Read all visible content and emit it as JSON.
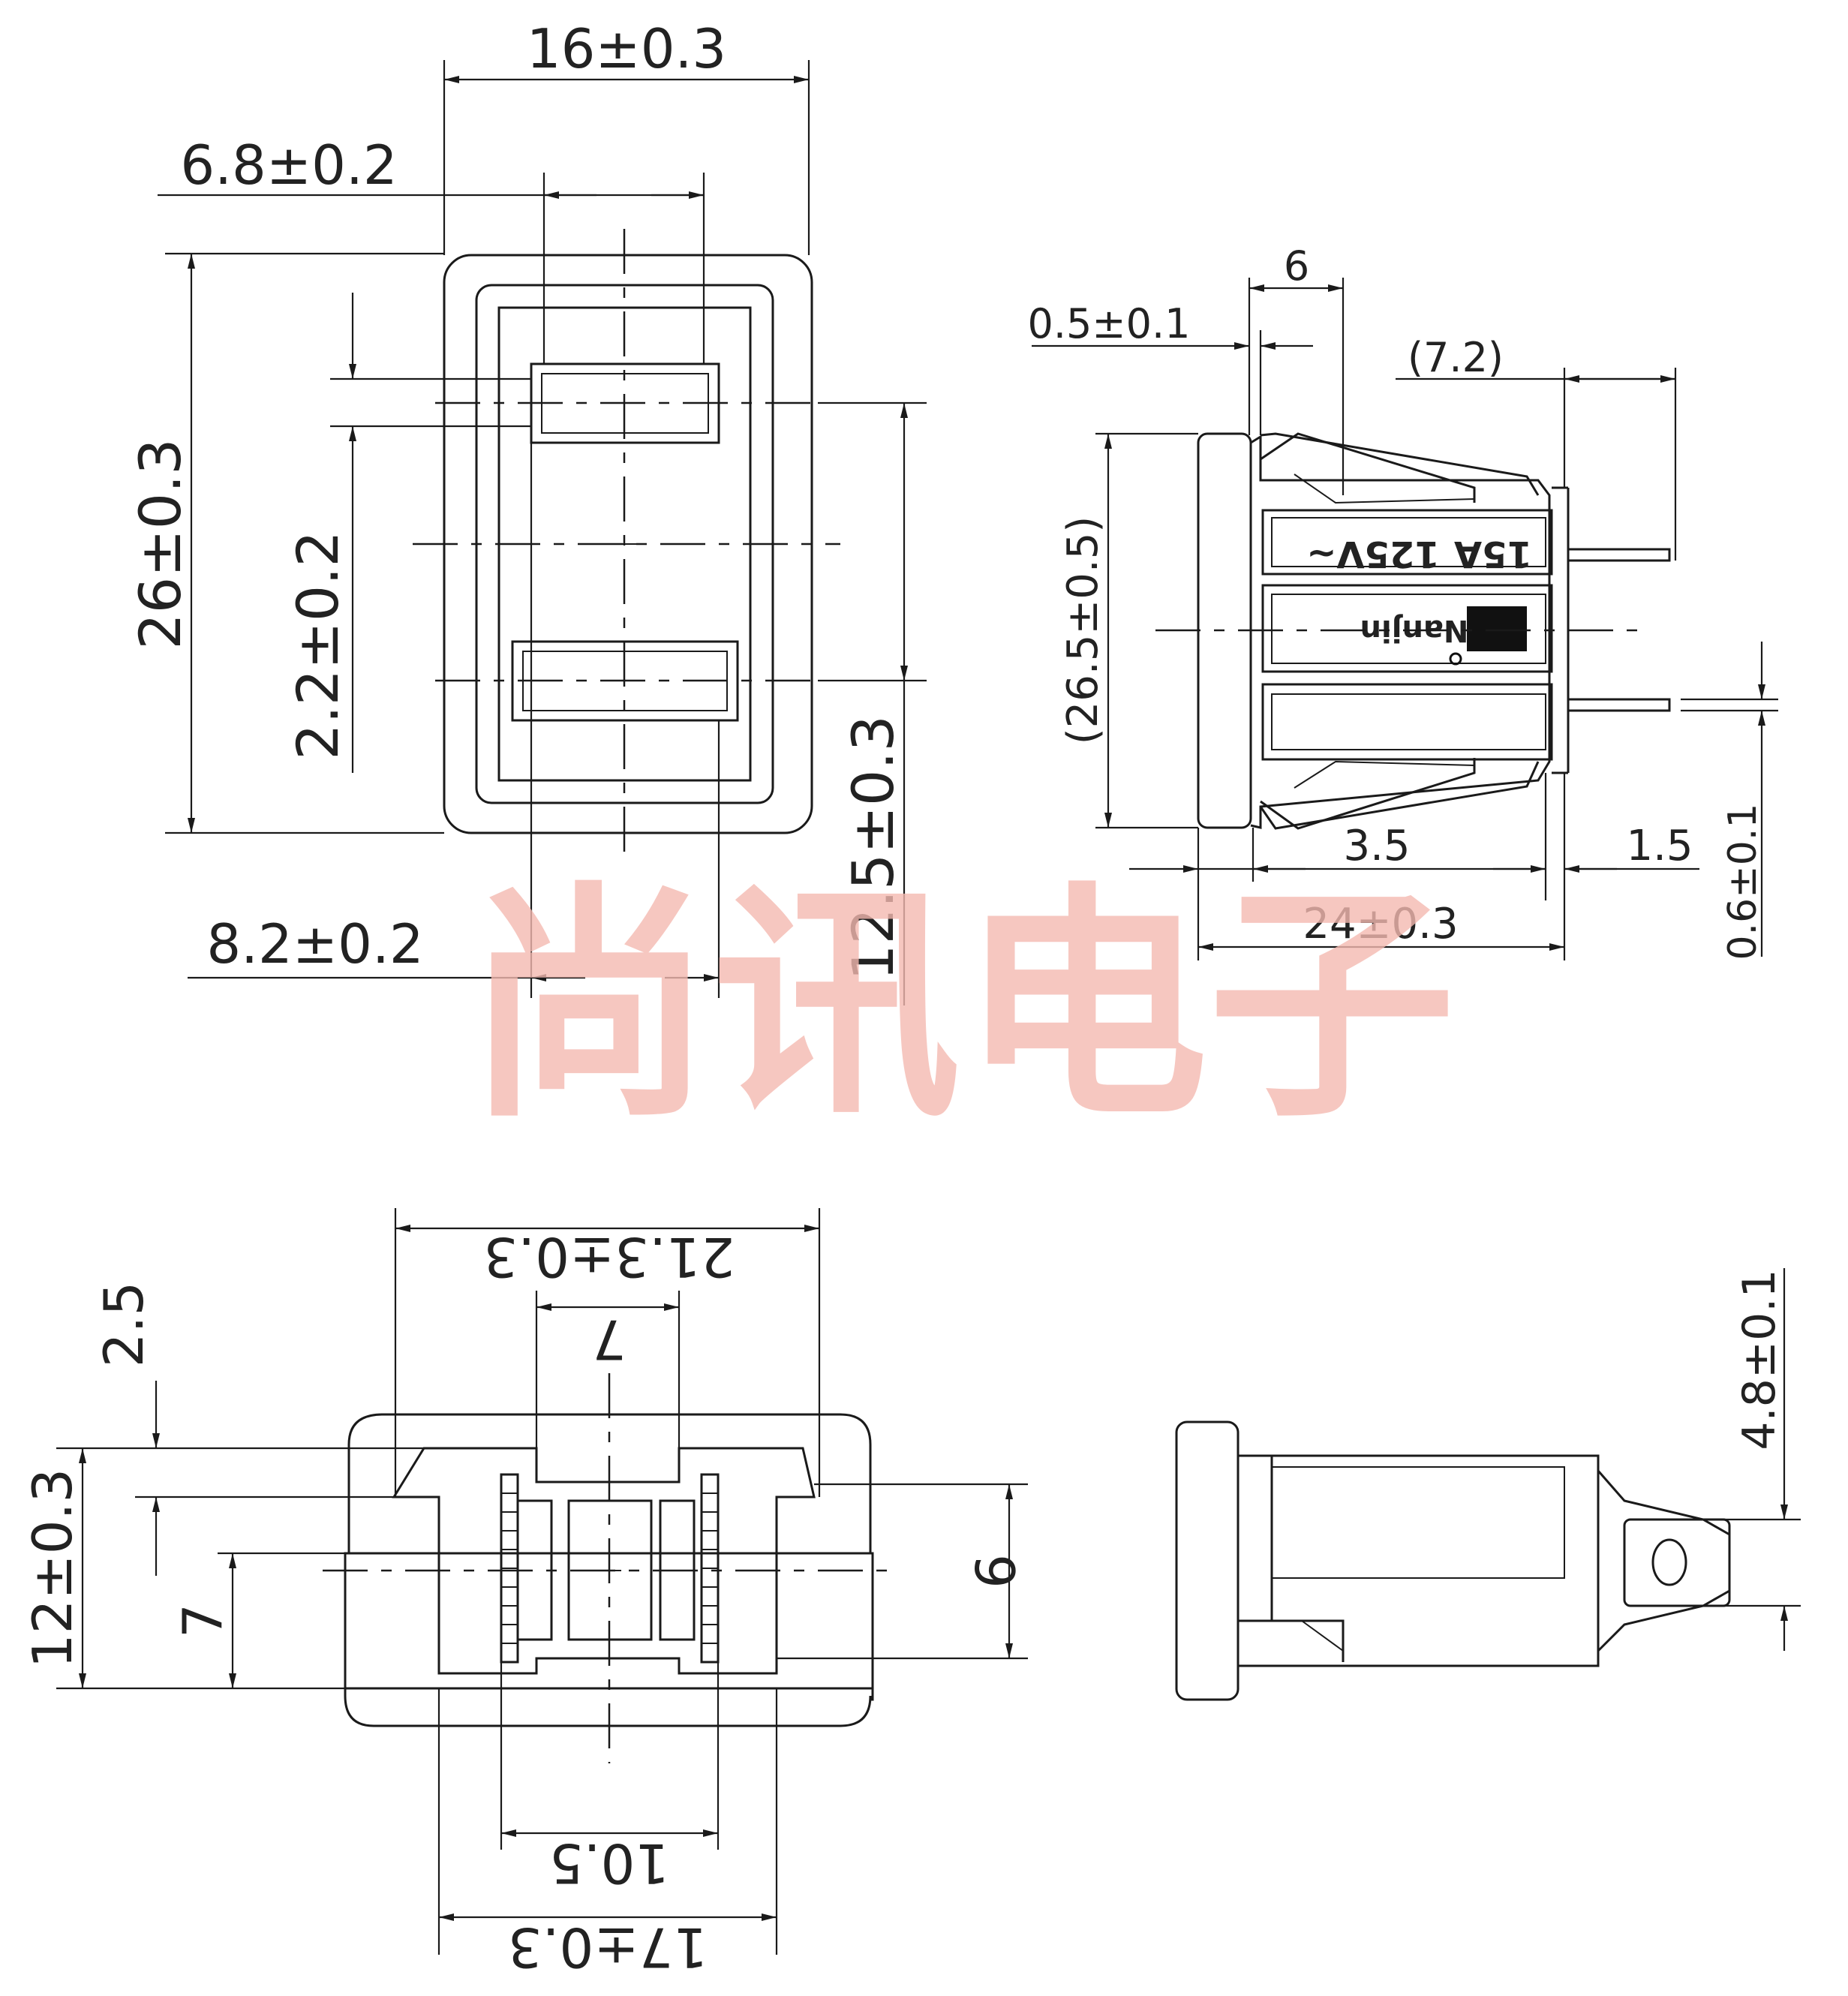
{
  "watermark": {
    "text": "尚讯电子",
    "color": "#f4b9b0"
  },
  "colors": {
    "line": "#1a1a1a",
    "background": "#ffffff"
  },
  "views": {
    "front": {
      "dims": {
        "width_total": "16±0.3",
        "slot_width": "6.8±0.2",
        "height_total": "26±0.3",
        "slot_height": "2.2±0.2",
        "slot_pitch": "12.5±0.3",
        "lower_slot_width": "8.2±0.2"
      }
    },
    "side": {
      "dims": {
        "top_6": "6",
        "thickness": "0.5±0.1",
        "ref_7_2": "(7.2)",
        "ref_height": "(26.5±0.5)",
        "d_3_5": "3.5",
        "d_1_5": "1.5",
        "depth": "24±0.3",
        "pin_thickness": "0.6±0.1"
      },
      "label": {
        "rating_amp": "15A",
        "rating_volt": "125V~",
        "brand": "Nanjin"
      }
    },
    "bottom": {
      "dims": {
        "width_21_3": "21.3±0.3",
        "d_7_top": "7",
        "d_2_5": "2.5",
        "height_12": "12±0.3",
        "d_7_left": "7",
        "d_9": "9",
        "d_10_5": "10.5",
        "width_17": "17±0.3"
      }
    },
    "terminal": {
      "dims": {
        "pin_width": "4.8±0.1"
      }
    }
  }
}
